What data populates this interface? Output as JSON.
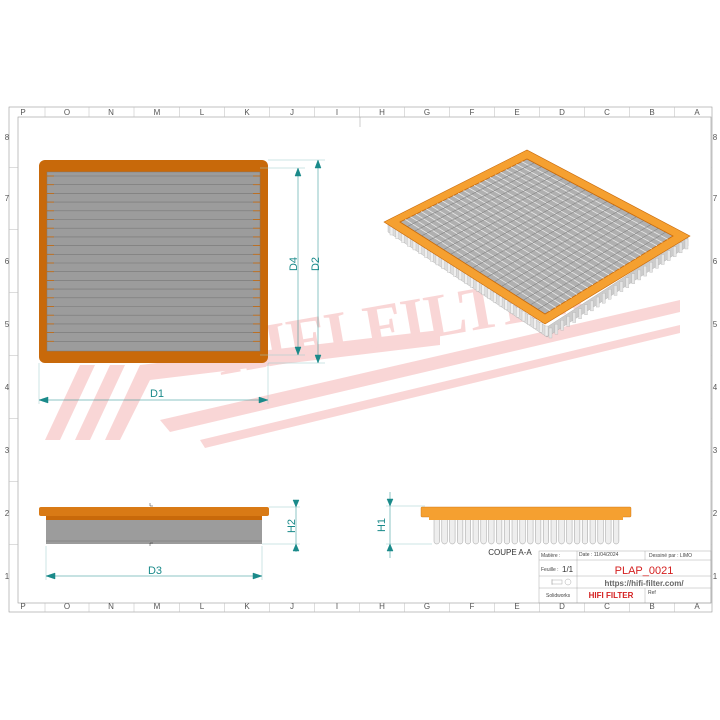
{
  "columns": [
    "P",
    "O",
    "N",
    "M",
    "L",
    "K",
    "J",
    "I",
    "H",
    "G",
    "F",
    "E",
    "D",
    "C",
    "B",
    "A"
  ],
  "rows": [
    "8",
    "7",
    "6",
    "5",
    "4",
    "3",
    "2",
    "1"
  ],
  "dimensions": {
    "d1": "D1",
    "d2": "D2",
    "d3": "D3",
    "d4": "D4",
    "h1": "H1",
    "h2": "H2"
  },
  "section_label": "COUPE A-A",
  "watermark": "HIFI FILTER",
  "title_block": {
    "matiere": "Matière :",
    "date": "Date : 11/04/2024",
    "dessine_par": "Dessiné par : LIMO",
    "feuille_label": "Feuille :",
    "feuille_value": "1/1",
    "part_number": "PLAP_0021",
    "url": "https://hifi-filter.com/",
    "software": "Solidworks",
    "brand": "HIFI FILTER",
    "ref": "Ref"
  },
  "colors": {
    "frame": "#c8690a",
    "frame_light": "#f5a030",
    "media": "#9a9a9a",
    "dimension": "#1a8a8a",
    "brand": "#d42020"
  }
}
